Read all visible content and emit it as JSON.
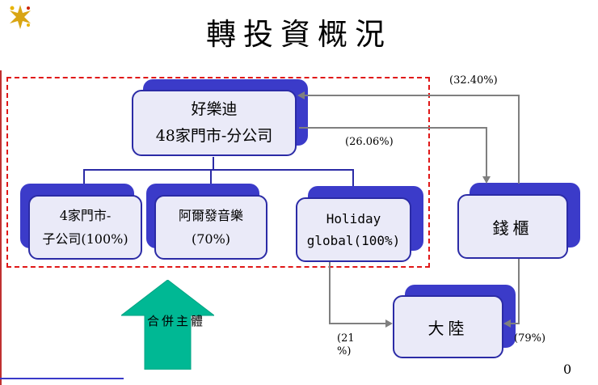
{
  "slide": {
    "title": "轉投資概況",
    "page_number": "0"
  },
  "org": {
    "parent": {
      "name": "好樂迪",
      "detail": "48家門市-分公司"
    },
    "subsidiaries": [
      {
        "line1": "4家門市-",
        "line2": "子公司(100%)"
      },
      {
        "line1": "阿爾發音樂",
        "line2": "(70%)"
      },
      {
        "line1": "Holiday",
        "line2": "global(100%)"
      }
    ],
    "cashbox": "錢櫃",
    "mainland": "大陸",
    "merge_label": "合併主體",
    "percentages": {
      "cashbox_to_parent": "(32.40%)",
      "parent_to_cashbox": "(26.06%)",
      "holiday_to_mainland": "(21\n%)",
      "cashbox_to_mainland": "(79%)"
    }
  },
  "colors": {
    "box_fill": "#eaeaf8",
    "box_border": "#2b2ba6",
    "box_shadow": "#3b3bc9",
    "boundary_red": "#e01818",
    "connector_gray": "#7f7f7f",
    "merge_green": "#00b894",
    "accent_red": "#c03030",
    "accent_blue": "#3a3ac9",
    "gold": "#d9a514"
  }
}
